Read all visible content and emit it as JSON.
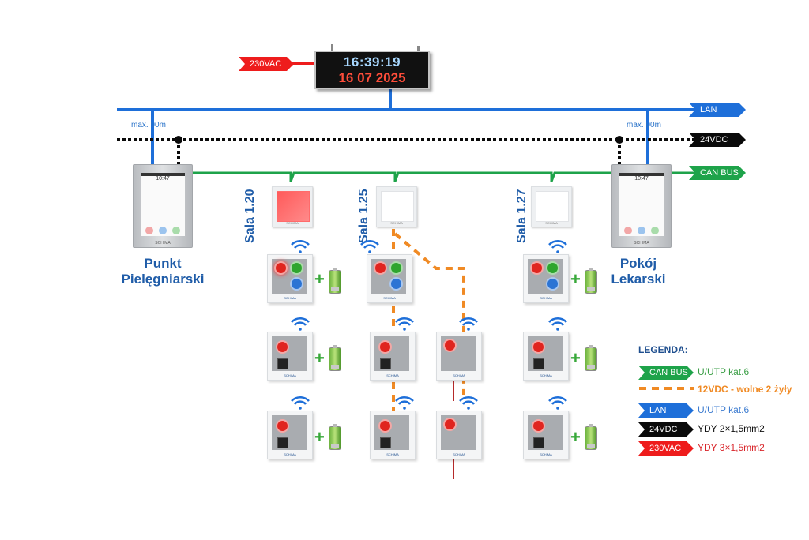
{
  "display": {
    "time": "16:39:19",
    "date": "16 07 2025",
    "power_label": "230VAC"
  },
  "buses": {
    "lan": "LAN",
    "dc24": "24VDC",
    "can": "CAN BUS"
  },
  "distance_labels": [
    "max. 90m",
    "max. 90m"
  ],
  "stations": {
    "nurse": {
      "title_line1": "Punkt",
      "title_line2": "Pielęgniarski",
      "screen_time": "10:47",
      "brand": "SCHIMA"
    },
    "doctor": {
      "title_line1": "Pokój",
      "title_line2": "Lekarski",
      "screen_time": "10:47",
      "brand": "SCHIMA"
    }
  },
  "rooms": [
    {
      "label": "Sala 1.20",
      "lamp_state": "active-red"
    },
    {
      "label": "Sala 1.25",
      "lamp_state": "off"
    },
    {
      "label": "Sala 1.27",
      "lamp_state": "off"
    }
  ],
  "brand": "SCHIMA",
  "legend": {
    "title": "LEGENDA:",
    "items": [
      {
        "tag": "CAN BUS",
        "text": "U/UTP kat.6",
        "color": "#1ea34a"
      },
      {
        "tag": "",
        "text": "12VDC - wolne 2 żyły",
        "color": "#f08a24"
      },
      {
        "tag": "LAN",
        "text": "U/UTP kat.6",
        "color": "#1e6fd9"
      },
      {
        "tag": "24VDC",
        "text": "YDY 2×1,5mm2",
        "color": "#0a0a0a"
      },
      {
        "tag": "230VAC",
        "text": "YDY 3×1,5mm2",
        "color": "#ee1c1c"
      }
    ]
  },
  "colors": {
    "lan": "#1e6fd9",
    "can": "#1ea34a",
    "dc24": "#0a0a0a",
    "ac230": "#ee1c1c",
    "dc12": "#f08a24",
    "title": "#1f5ca8"
  }
}
